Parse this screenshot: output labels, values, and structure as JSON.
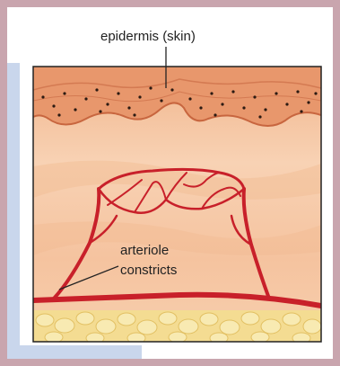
{
  "labels": {
    "epidermis": "epidermis (skin)",
    "arteriole_line1": "arteriole",
    "arteriole_line2": "constricts"
  },
  "colors": {
    "frame": "#c9a5ae",
    "skin_top": "#e9a079",
    "dermis": "#f6c9a6",
    "vessel": "#c8202a",
    "fat": "#f3d98a"
  },
  "icons": {
    "diagram": "skin-cross-section-arteriole-diagram"
  }
}
